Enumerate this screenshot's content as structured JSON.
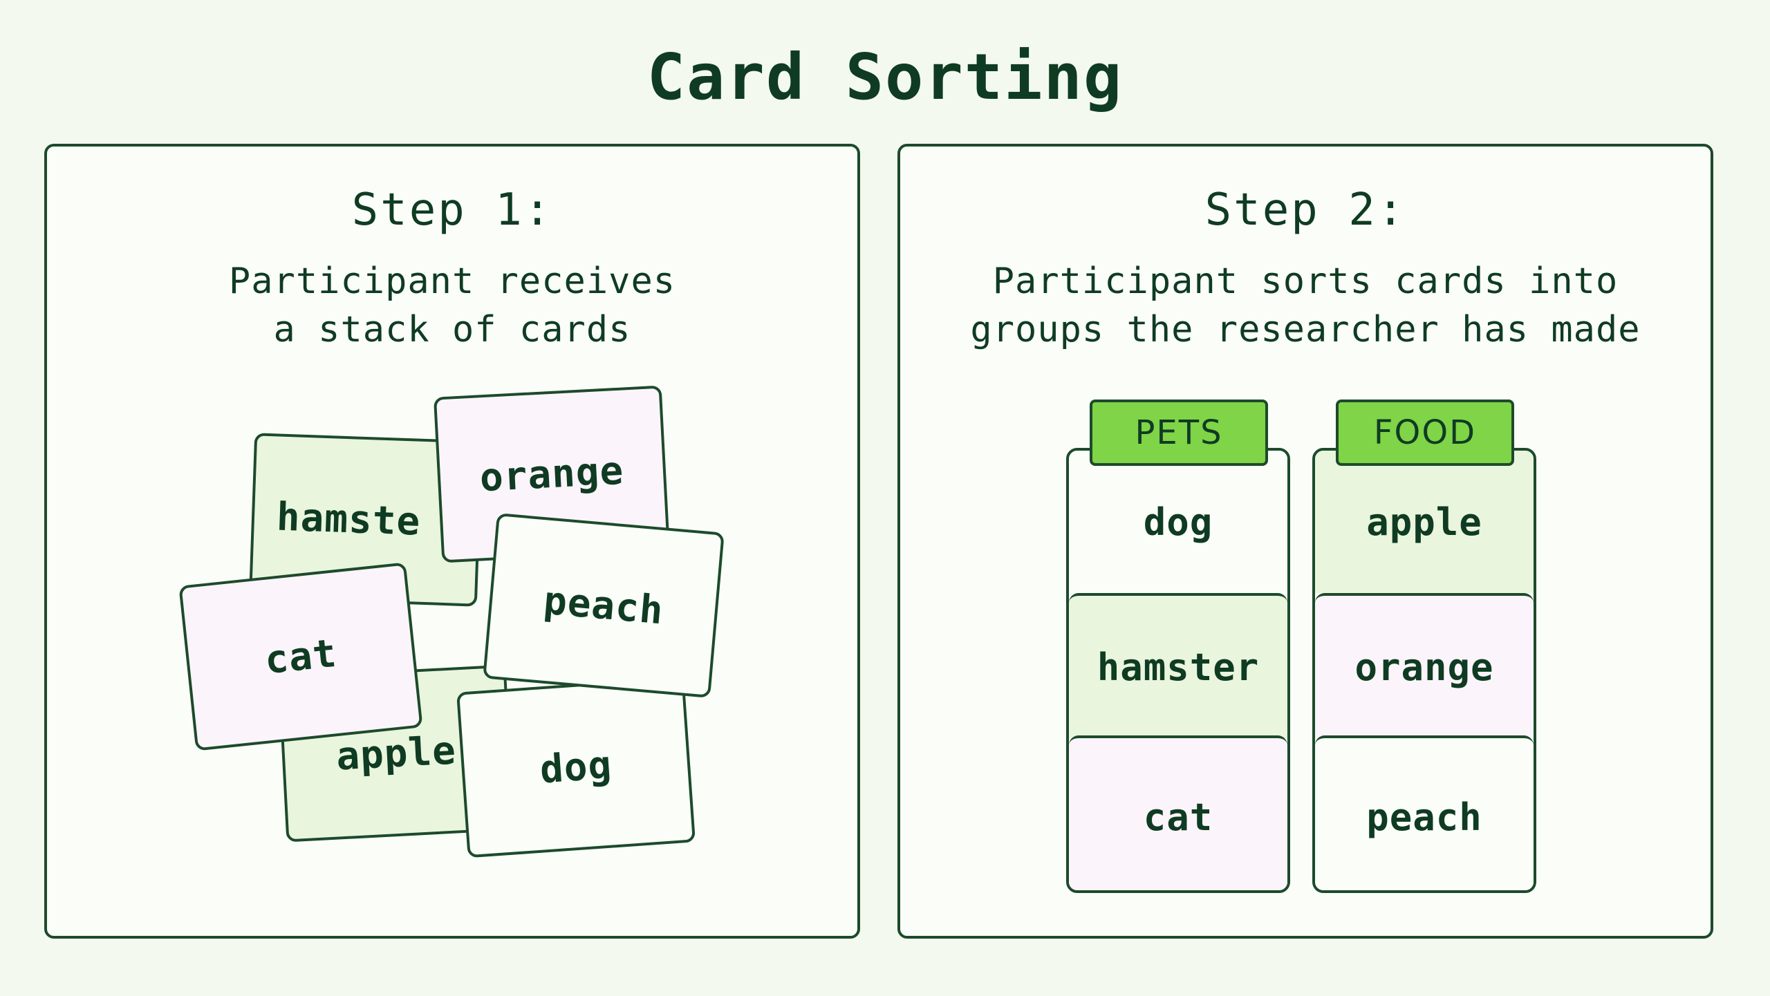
{
  "title": "Card Sorting",
  "step1": {
    "title": "Step 1:",
    "description": "Participant receives\na stack of cards",
    "cards": [
      "hamste",
      "orange",
      "peach",
      "cat",
      "apple",
      "dog"
    ]
  },
  "step2": {
    "title": "Step 2:",
    "description": "Participant sorts cards into\ngroups the researcher has made",
    "groups": [
      {
        "label": "PETS",
        "items": [
          "dog",
          "hamster",
          "cat"
        ]
      },
      {
        "label": "FOOD",
        "items": [
          "apple",
          "orange",
          "peach"
        ]
      }
    ]
  },
  "colors": {
    "background": "#f3f9ee",
    "ink": "#0f3b22",
    "group_tab": "#7fd447",
    "card_green": "#e9f5dd",
    "card_pink": "#fbf4fa",
    "card_white": "#fafdf8"
  }
}
